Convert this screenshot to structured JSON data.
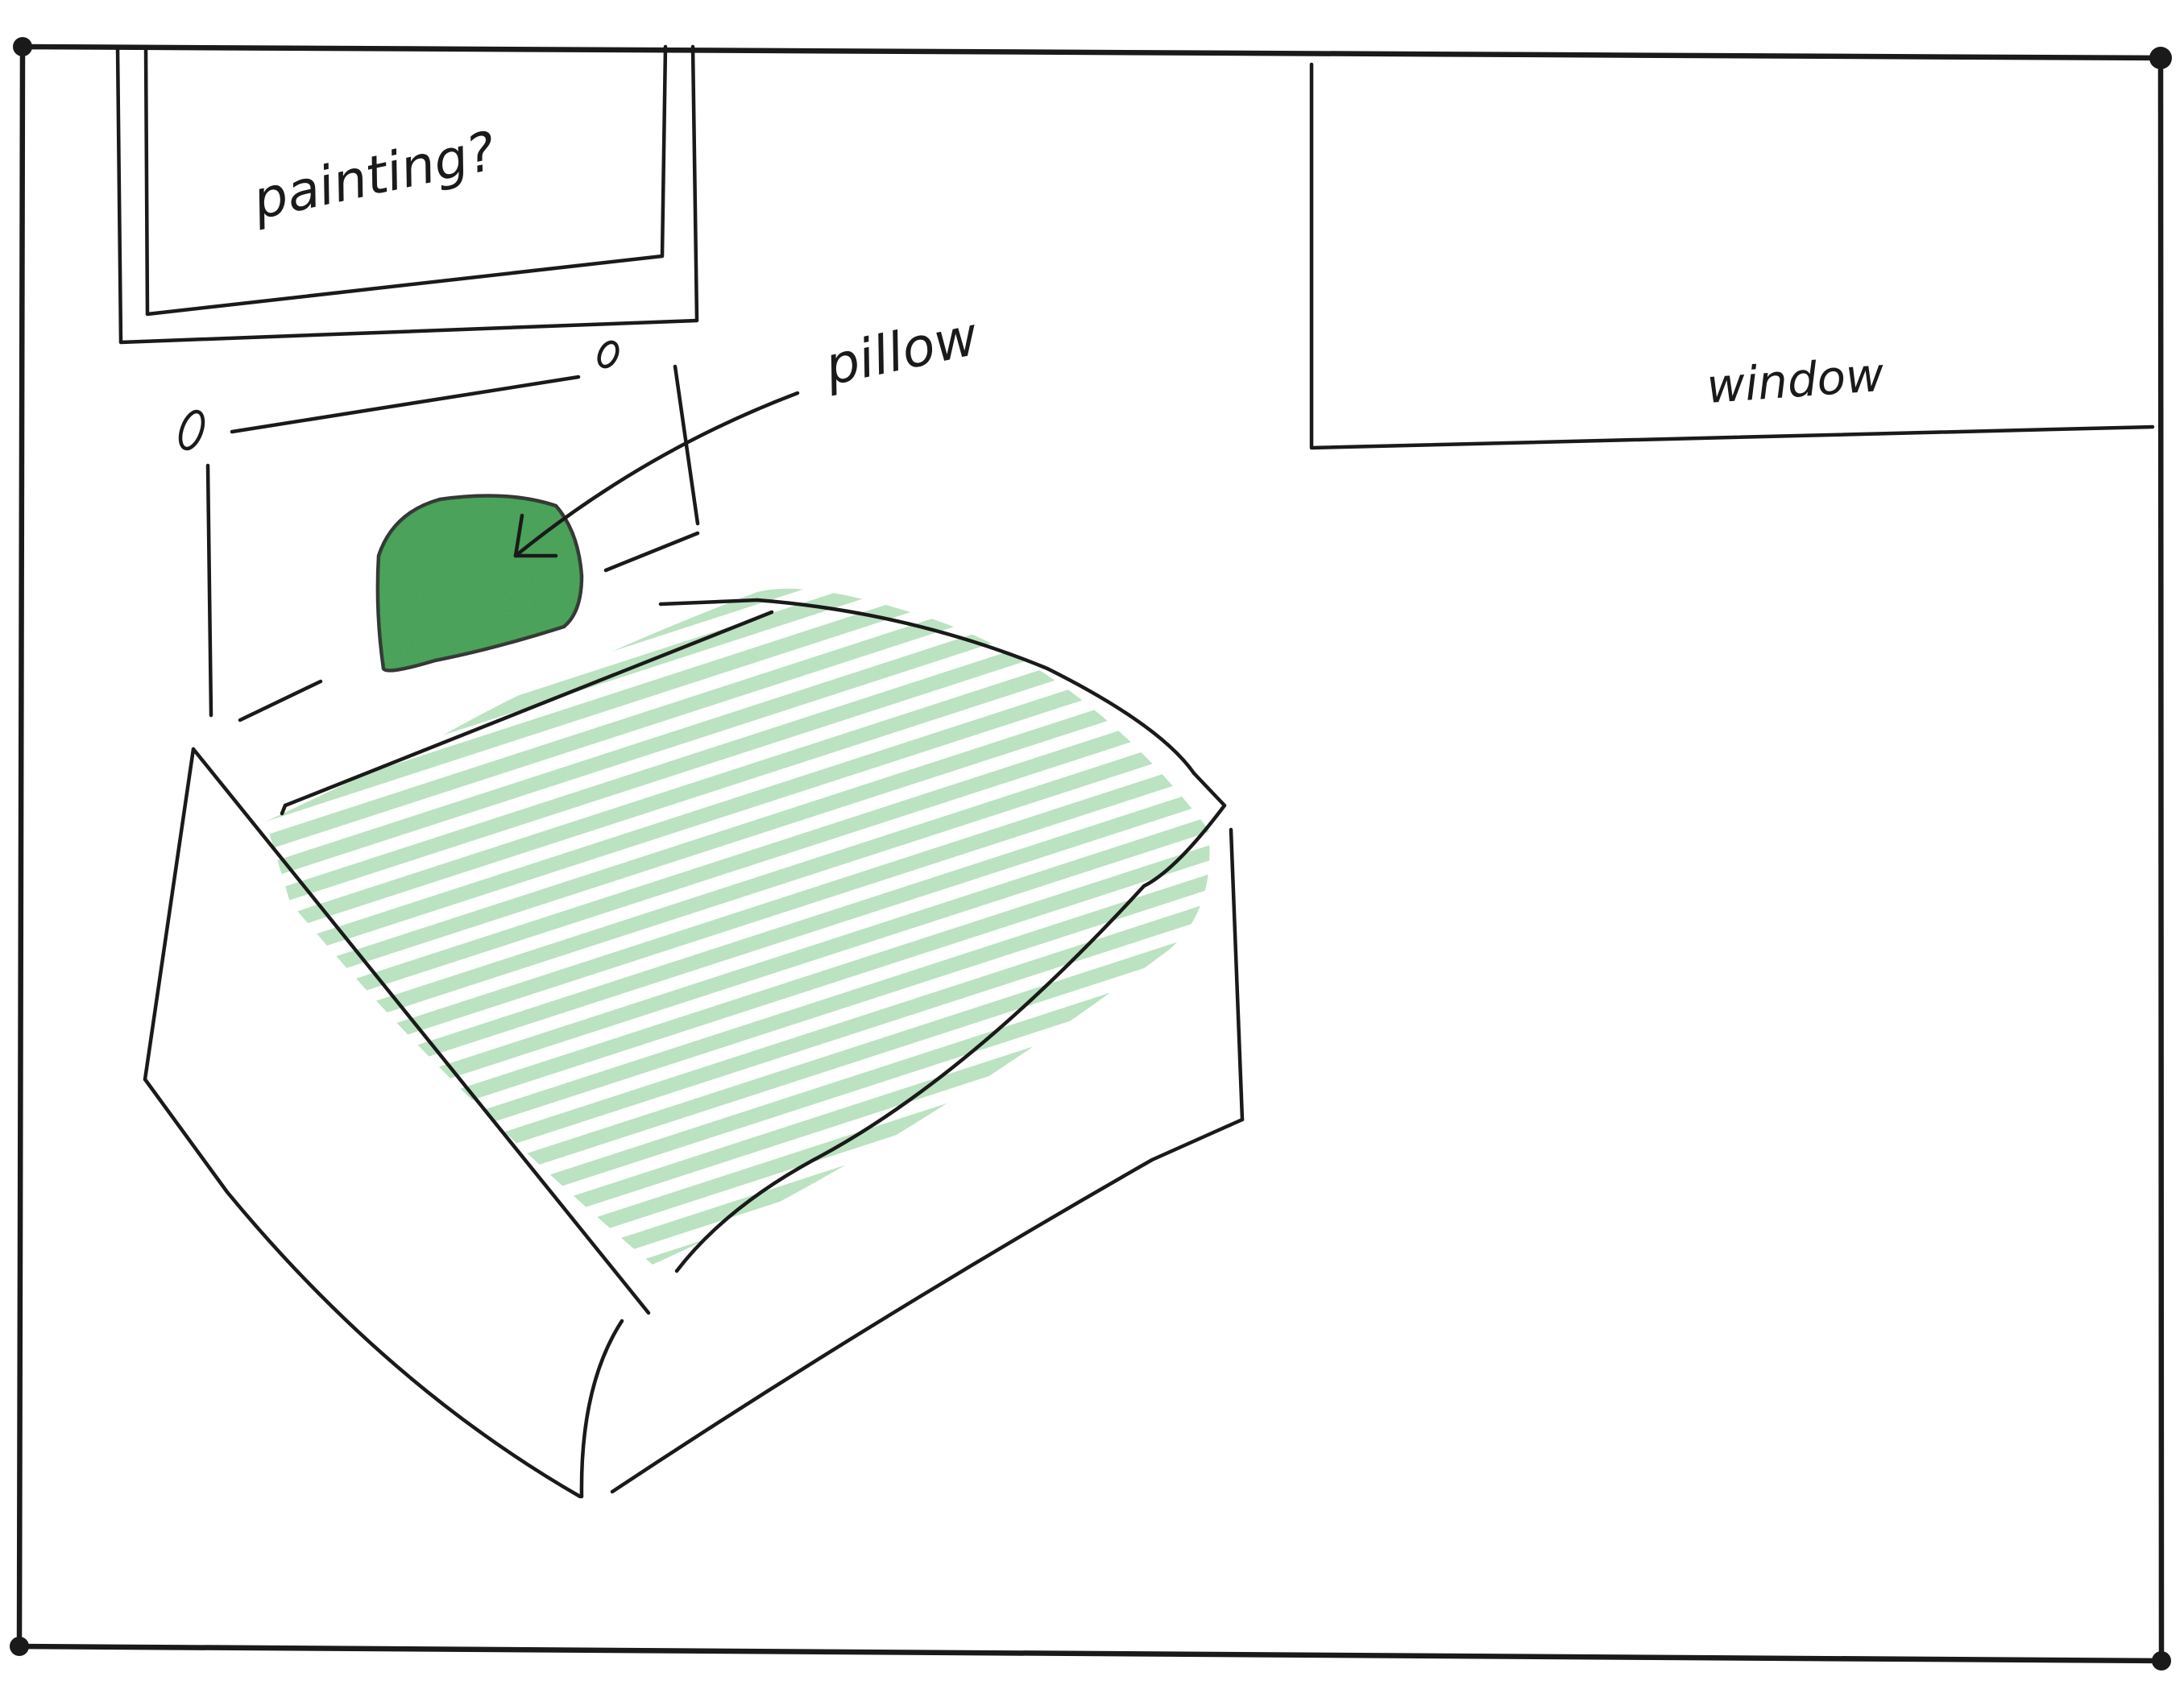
{
  "labels": {
    "painting": "painting?",
    "pillow": "pillow",
    "window": "window"
  },
  "colors": {
    "ink": "#1a1a1a",
    "pillow_green": "#3a9a4a",
    "bedspread_green": "#8fd09a",
    "paper": "#ffffff"
  }
}
